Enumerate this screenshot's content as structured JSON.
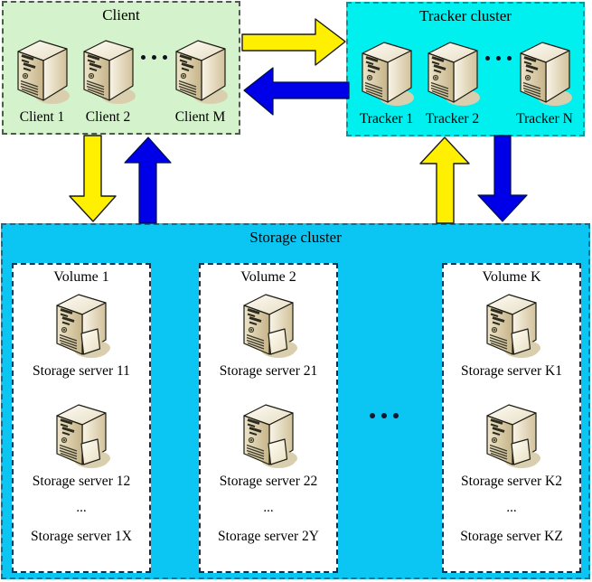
{
  "client": {
    "title": "Client",
    "nodes": [
      "Client 1",
      "Client 2",
      "Client M"
    ]
  },
  "tracker": {
    "title": "Tracker cluster",
    "nodes": [
      "Tracker 1",
      "Tracker 2",
      "Tracker N"
    ]
  },
  "storage": {
    "title": "Storage cluster",
    "volumes": [
      {
        "title": "Volume 1",
        "servers": [
          "Storage server 11",
          "Storage server 12"
        ],
        "more": "...",
        "last": "Storage server 1X"
      },
      {
        "title": "Volume 2",
        "servers": [
          "Storage server 21",
          "Storage server 22"
        ],
        "more": "...",
        "last": "Storage server 2Y"
      },
      {
        "title": "Volume K",
        "servers": [
          "Storage server K1",
          "Storage server K2"
        ],
        "more": "...",
        "last": "Storage server KZ"
      }
    ]
  },
  "colors": {
    "client_bg": "#d4f2cb",
    "tracker_bg": "#00efef",
    "storage_bg": "#0bc6f2",
    "arrow_yellow": "#ffef00",
    "arrow_blue": "#0000e8",
    "volume_border": "#152c47"
  }
}
